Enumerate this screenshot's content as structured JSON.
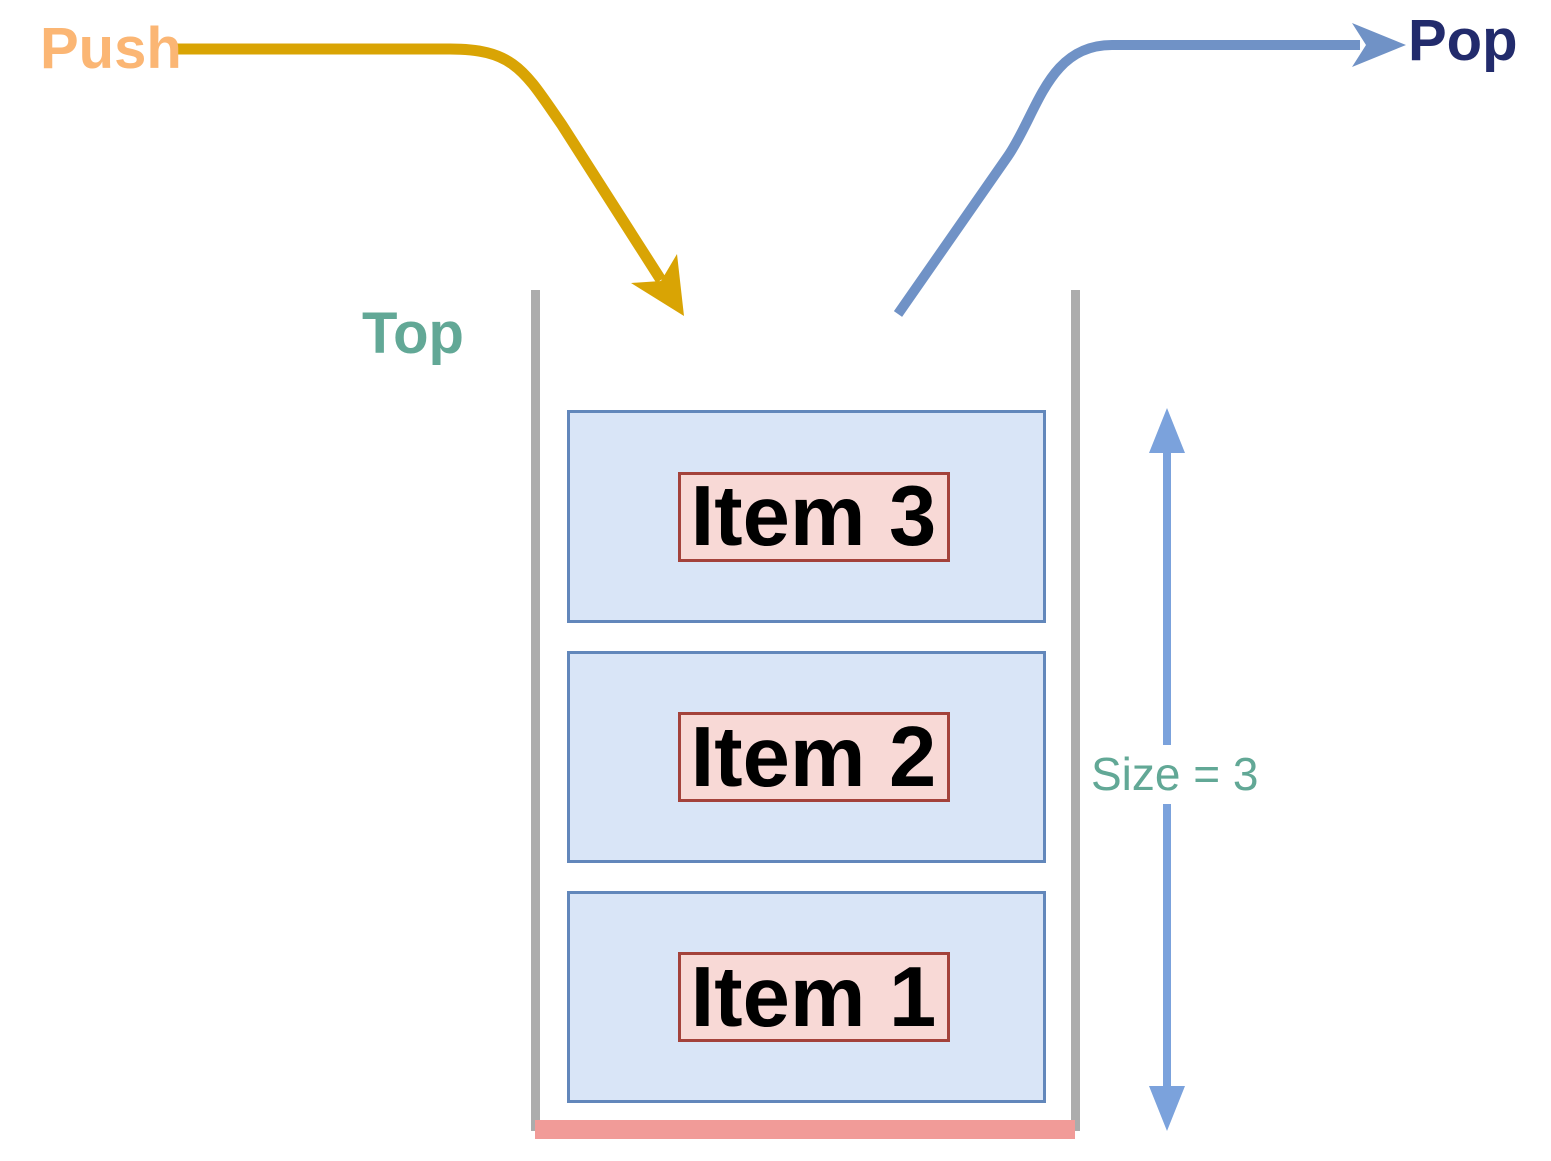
{
  "labels": {
    "push": "Push",
    "pop": "Pop",
    "top": "Top",
    "size": "Size = 3"
  },
  "stack": {
    "items": [
      {
        "label": "Item 3"
      },
      {
        "label": "Item 2"
      },
      {
        "label": "Item 1"
      }
    ]
  },
  "icons": {
    "push_arrow": "curved-arrow-down-into-stack",
    "pop_arrow": "curved-arrow-up-out-of-stack",
    "size_arrow": "double-headed-vertical-arrow"
  },
  "colors": {
    "push-text": "#FBB674",
    "push-arrow": "#D9A404",
    "pop-text": "#222B6C",
    "pop-arrow": "#7092C6",
    "teal-text": "#62A896",
    "size-arrow": "#7BA2DC",
    "wall-gray": "#ACACAC",
    "base-pink": "#F19B98",
    "item-fill": "#D9E5F7",
    "item-border": "#6287BB",
    "tag-fill": "#F8D9D6",
    "tag-border": "#A4423B",
    "item-text": "#000000",
    "background": "#FFFFFF"
  }
}
